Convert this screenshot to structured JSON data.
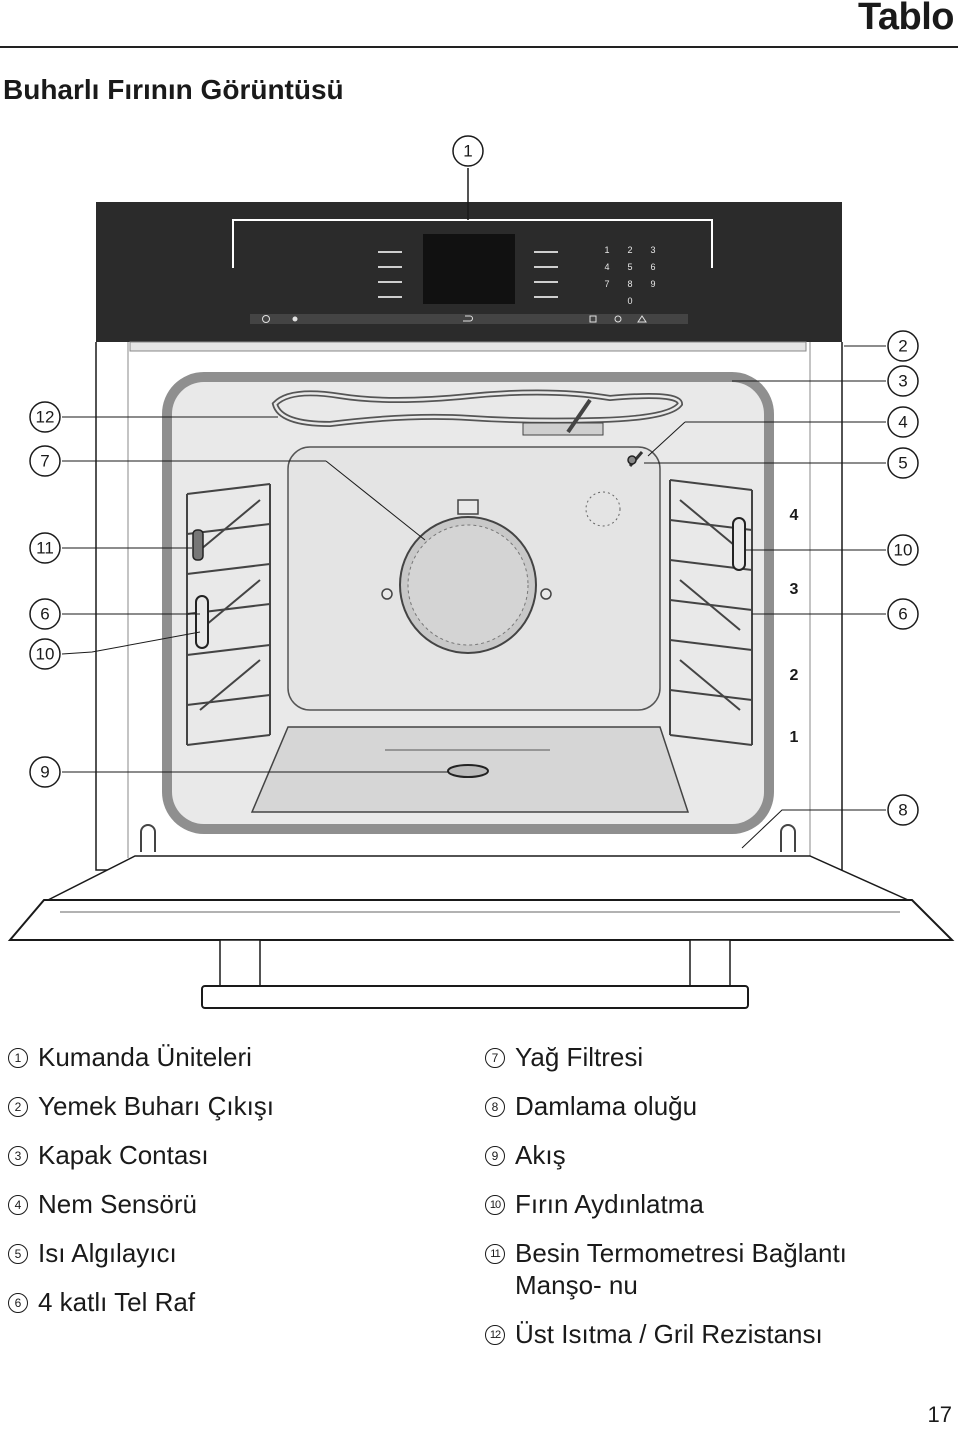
{
  "header": {
    "section_label": "Tablo"
  },
  "page_title": "Buharlı Fırının Görüntüsü",
  "diagram": {
    "callouts": [
      "1",
      "2",
      "3",
      "4",
      "5",
      "6",
      "7",
      "8",
      "9",
      "10",
      "11",
      "12"
    ],
    "shelf_levels": [
      "4",
      "3",
      "2",
      "1"
    ],
    "keypad_keys": [
      "1",
      "2",
      "3",
      "4",
      "5",
      "6",
      "7",
      "8",
      "9",
      "0"
    ]
  },
  "legend": [
    {
      "num": "1",
      "text": "Kumanda Üniteleri"
    },
    {
      "num": "2",
      "text": "Yemek Buharı Çıkışı"
    },
    {
      "num": "3",
      "text": "Kapak Contası"
    },
    {
      "num": "4",
      "text": "Nem Sensörü"
    },
    {
      "num": "5",
      "text": "Isı Algılayıcı"
    },
    {
      "num": "6",
      "text": "4 katlı Tel Raf"
    },
    {
      "num": "7",
      "text": "Yağ Filtresi"
    },
    {
      "num": "8",
      "text": "Damlama oluğu"
    },
    {
      "num": "9",
      "text": "Akış"
    },
    {
      "num": "10",
      "text": "Fırın Aydınlatma"
    },
    {
      "num": "11",
      "text": "Besin Termometresi Bağlantı Manşo- nu"
    },
    {
      "num": "12",
      "text": "Üst Isıtma / Gril Rezistansı"
    }
  ],
  "page_number": "17"
}
